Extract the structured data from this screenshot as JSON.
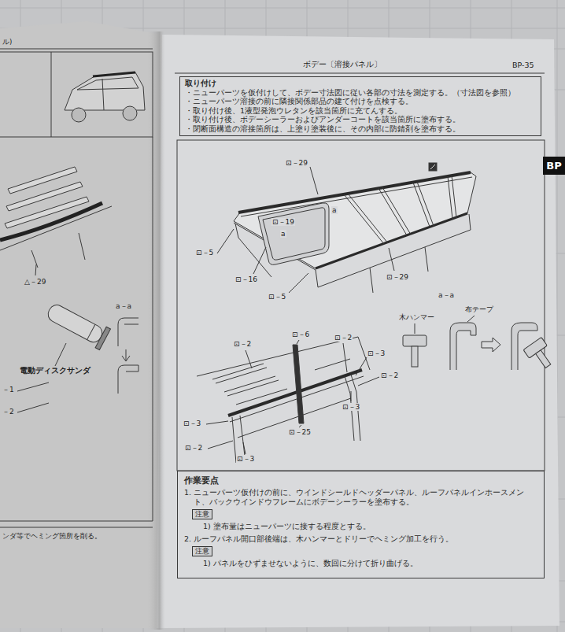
{
  "diagram": {
    "title": "ボデー〔溶接パネル〕",
    "nodes": [
      {
        "text": [
          "取り付け",
          "・ニューパーツを仮付けして、ボデー寸法図に従い各部の寸法を測定する。（寸法図を参照）",
          "・ニューパーツ溶接の前に隣接関係部品の建て付けを点検する。",
          "・取り付け後、1液型発泡ウレタンを該当箇所に充てんする。",
          "・取り付け後、ボデーシーラーおよびアンダーコートを該当箇所に塗布する。",
          "・閉断面構造の溶接箇所は、上塗り塗装後に、その内部に防錆剤を塗布する。"
        ]
      },
      {
        "text": [
          "BP"
        ]
      },
      {
        "text": [
          "作業要点",
          "1. ニューパーツ仮付けの前に、ウインドシールドヘッダーパネル、ルーフパネルインホースメント、バックウインドウフレームにボデーシーラーを塗布する。",
          "1) 塗布量はニューパーツに接する程度とする。",
          "2. ルーフパネル開口部後端は、木ハンマーとドリーでヘミング加工を行う。",
          "1) パネルをひずませないように、数回に分けて折り曲げる。"
        ]
      },
      {
        "text": [
          "注意"
        ],
        "in": 2
      },
      {
        "text": [
          "注意"
        ],
        "in": 2
      }
    ],
    "labels": [
      "ル)",
      "△－29",
      "a－a",
      "電動ディスクサンダ",
      "－1",
      "－2",
      "ンダ等でヘミング箇所を削る。",
      "BP-35",
      "⊡－29",
      "⊡－19",
      "a",
      "a",
      "⊡－5",
      "⊡－16",
      "⊡－5",
      "⊡－29",
      "a－a",
      "布テープ",
      "木ハンマー",
      "⊡－2",
      "⊡－6",
      "⊡－2",
      "⊡－3",
      "⊡－2",
      "⊡－3",
      "⊡－25",
      "⊡－3",
      "⊡－2",
      "⊡－3"
    ]
  }
}
